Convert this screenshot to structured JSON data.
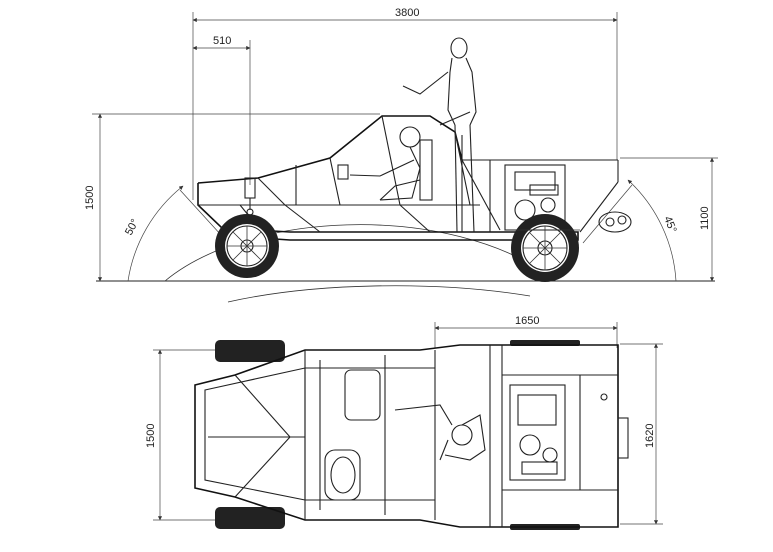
{
  "dimensions": {
    "overall_length": "3800",
    "front_overhang": "510",
    "side_height": "1500",
    "approach_angle": "50°",
    "departure_angle": "45°",
    "rear_height": "1100",
    "top_track_length": "1650",
    "top_width": "1500",
    "top_rear_width": "1620"
  },
  "colors": {
    "line": "#222222",
    "background": "#ffffff"
  }
}
